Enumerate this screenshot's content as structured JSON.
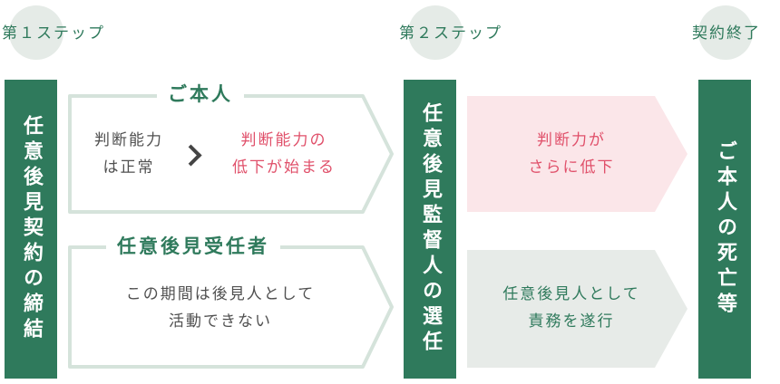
{
  "steps": {
    "step1": "第１ステップ",
    "step2": "第２ステップ",
    "end": "契約終了"
  },
  "bars": {
    "contract": "任意後見契約の締結",
    "selection": "任意後見監督人の選任",
    "death": "ご本人の死亡等"
  },
  "principal": {
    "heading": "ご本人",
    "before": "判断能力\nは正常",
    "after": "判断能力の\n低下が始まる",
    "later": "判断力が\nさらに低下"
  },
  "guardian": {
    "heading": "任意後見受任者",
    "before": "この期間は後見人として\n活動できない",
    "later": "任意後見人として\n責務を遂行"
  },
  "colors": {
    "accent": "#2f7a5c",
    "highlight": "#e0506a",
    "pink_fill": "#fbe6e9",
    "gray_fill": "#e7ebe8",
    "outline": "#d5e3db"
  },
  "icons": {
    "arrow": "chevron-right-icon"
  }
}
